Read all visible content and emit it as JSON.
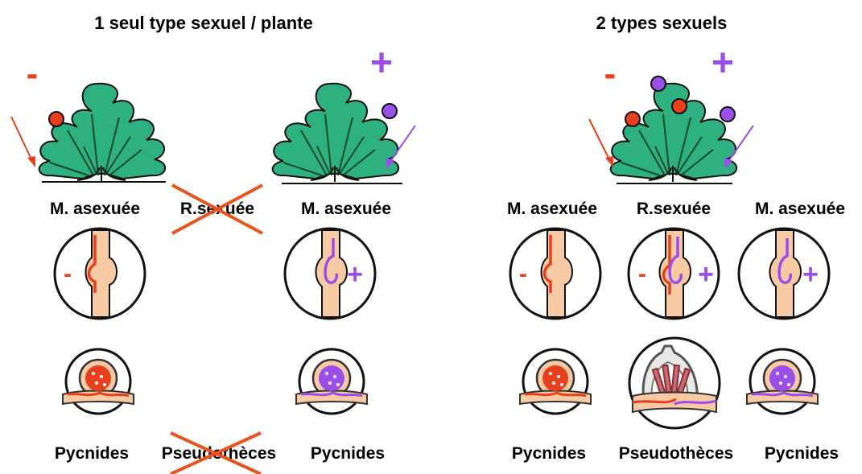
{
  "left_panel": {
    "title": "1 seul type sexuel / plante",
    "plant_left_sign": "-",
    "plant_right_sign": "+",
    "label_asex_left": "M. asexuée",
    "label_sex": "R.sexuée",
    "label_asex_right": "M. asexuée",
    "stem_left_sign": "-",
    "stem_right_sign": "+",
    "label_pyc_left": "Pycnides",
    "label_pseudo": "Pseudothèces",
    "label_pyc_right": "Pycnides"
  },
  "right_panel": {
    "title": "2 types sexuels",
    "plant_sign_minus": "-",
    "plant_sign_plus": "+",
    "label_asex_left": "M. asexuée",
    "label_sex": "R.sexuée",
    "label_asex_right": "M. asexuée",
    "stem_left_sign": "-",
    "stem_mid_minus": "-",
    "stem_mid_plus": "+",
    "stem_right_sign": "+",
    "label_pyc_left": "Pycnides",
    "label_pseudo": "Pseudothèces",
    "label_pyc_right": "Pycnides"
  },
  "colors": {
    "minus": "#e8401c",
    "plus": "#9a4fe8",
    "leaf": "#2fb080",
    "tissue": "#f8caa4",
    "cross": "#e8541c"
  }
}
